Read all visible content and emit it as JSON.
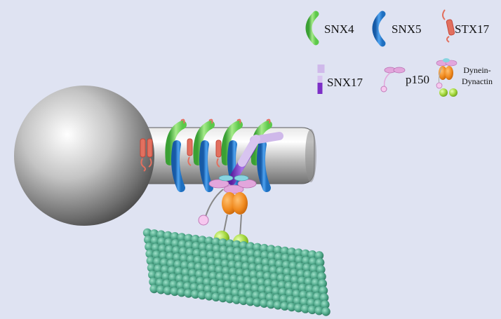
{
  "colors": {
    "background": "#dfe3f2",
    "snx4": "#7fd86a",
    "snx5": "#2a7fd6",
    "stx17": "#e2705f",
    "snx17": "#7d2fc7",
    "p150": "#e2a6dc",
    "dynein_motor": "#f08a1e",
    "dynein_foot": "#a2d63a",
    "microtubule": "#4fa88a",
    "membrane": "#a9a9a9"
  },
  "legend": {
    "snx4": {
      "label": "SNX4",
      "icon": "snx4-icon"
    },
    "snx5": {
      "label": "SNX5",
      "icon": "snx5-icon"
    },
    "stx17": {
      "label": "STX17",
      "icon": "stx17-icon"
    },
    "snx17": {
      "label": "SNX17",
      "icon": "snx17-icon"
    },
    "p150": {
      "label": "p150",
      "icon": "p150-icon"
    },
    "dynein": {
      "label_line1": "Dynein-",
      "label_line2": "Dynactin",
      "icon": "dynein-dynactin-icon"
    }
  }
}
